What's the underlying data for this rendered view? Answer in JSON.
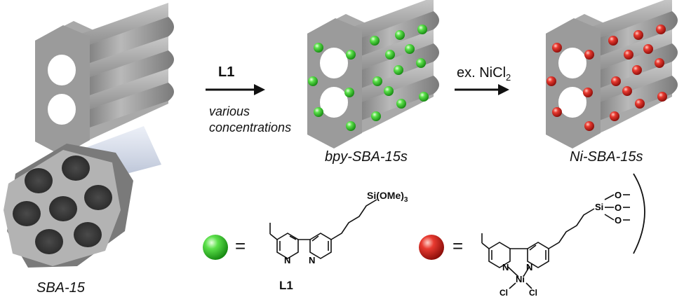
{
  "material_label": "SBA-15",
  "step1": {
    "reagent": "L1",
    "condition_line1": "various",
    "condition_line2": "concentrations"
  },
  "step2": {
    "reagent_prefix": "ex. NiCl",
    "reagent_subscript": "2"
  },
  "product1_label": "bpy-SBA-15s",
  "product2_label": "Ni-SBA-15s",
  "legend": {
    "equals": "=",
    "green_compound_label": "L1",
    "green_substituent": "Si(OMe)",
    "green_substituent_subscript": "3",
    "red_si": "Si",
    "red_oxygen": "O",
    "red_metal": "Ni",
    "red_chloride": "Cl",
    "ring_nitrogen": "N"
  },
  "colors": {
    "green_sphere": "#35c42f",
    "red_sphere": "#d9201c",
    "framework_gray": "#8f8f8f"
  }
}
